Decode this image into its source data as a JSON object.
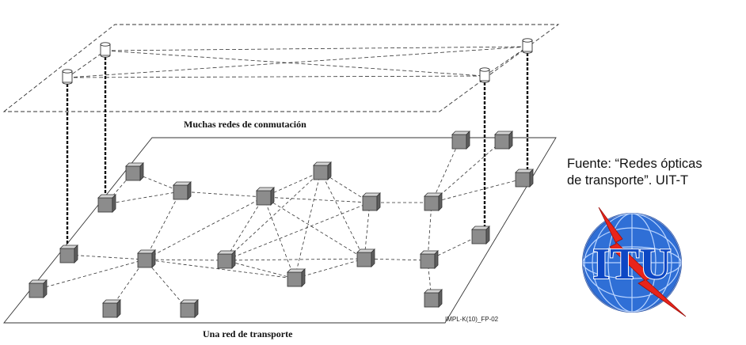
{
  "diagram": {
    "upper_plane_label": "Muchas redes de conmutación",
    "lower_plane_label": "Una red de transporte",
    "figure_code": "IMPL-K(10)_FP-02"
  },
  "source_note": {
    "line1": "Fuente: “Redes ópticas",
    "line2": "de transporte”. UIT-T"
  },
  "logo": {
    "text": "ITU"
  }
}
